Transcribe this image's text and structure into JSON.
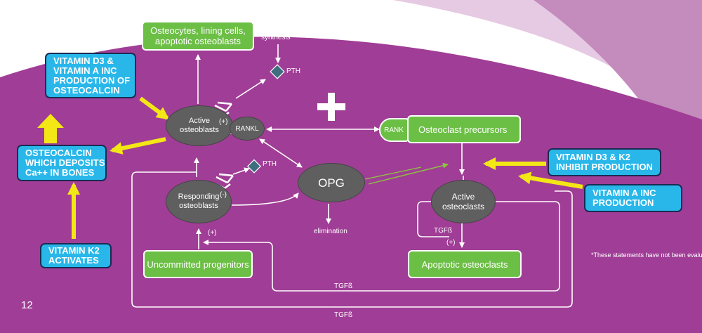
{
  "boxes": {
    "osteocytes": "Osteocytes, lining cells, apoptotic osteoblasts",
    "osteoclast_precursors": "Osteoclast precursors",
    "uncommitted": "Uncommitted progenitors",
    "apoptotic_osteoclasts": "Apoptotic osteoclasts"
  },
  "ovals": {
    "active_osteoblasts": "Active osteoblasts",
    "rankl": "RANKL",
    "responding_osteoblasts": "Responding osteoblasts",
    "opg": "OPG",
    "active_osteoclasts": "Active osteoclasts",
    "rank": "RANK"
  },
  "callouts": {
    "d3_a_osteocalcin": "VITAMIN D3 & VITAMIN A INC PRODUCTION OF OSTEOCALCIN",
    "osteocalcin": "OSTEOCALCIN WHICH DEPOSITS Ca++ IN BONES",
    "k2": "VITAMIN K2 ACTIVATES",
    "d3_k2_inhibit": "VITAMIN D3 & K2 INHIBIT PRODUCTION",
    "vitamin_a_inc": "VITAMIN A INC PRODUCTION"
  },
  "labels": {
    "synthesis": "synthesis",
    "pth_top": "PTH",
    "pth_mid": "PTH",
    "plus_active": "(+)",
    "minus_responding": "(-)",
    "plus_uncommitted": "(+)",
    "elimination": "elimination",
    "tgfb_osteoclast": "TGFß",
    "plus_apoptotic": "(+)",
    "tgfb_inner": "TGFß",
    "tgfb_outer": "TGFß",
    "big_plus": "+"
  },
  "disclaimer": "*These statements have not been evaluated by the Food and Drug Administration. This product is not intended to diagnose, treat, cure or prevent any disease.",
  "page_number": "12",
  "colors": {
    "purple": "#a03d96",
    "green": "#6cbf45",
    "blue": "#29b7ea",
    "yellow": "#f3e816",
    "oval": "#5f5f5f"
  }
}
